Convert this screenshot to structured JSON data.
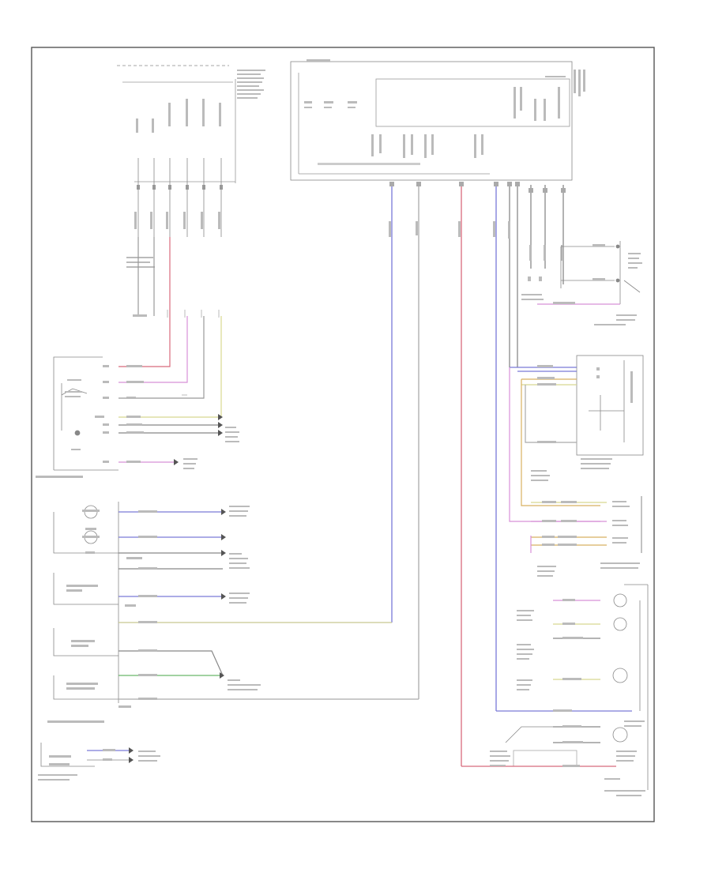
{
  "colors": {
    "background": "#ffffff",
    "frame": "#555555",
    "wire_neutral": "#9a9a9a",
    "wire_blue": "#7a7ad8",
    "wire_red": "#d86a7c",
    "wire_pink": "#d890d8",
    "wire_yellow": "#d8d890",
    "wire_orange": "#d8b060",
    "wire_green": "#6ab86a",
    "wire_olive": "#c8c890",
    "wire_darkgray": "#777777"
  },
  "labels": {
    "footer_code": "",
    "headlamp_switch": "",
    "left_headlamp_assembly": "",
    "right_headlamp_assembly": "",
    "ipc_connector": "",
    "plug": "",
    "auto": ""
  },
  "components": [
    {
      "id": "headlamp-switch",
      "label": ""
    },
    {
      "id": "left-headlamp-assembly",
      "label": ""
    },
    {
      "id": "right-headlamp-assembly",
      "label": ""
    },
    {
      "id": "instrument-panel-cluster",
      "label": ""
    },
    {
      "id": "body-control-module",
      "label": ""
    },
    {
      "id": "turn-signal-relay",
      "label": ""
    },
    {
      "id": "instrument-panel-fuse-box",
      "label": ""
    }
  ]
}
